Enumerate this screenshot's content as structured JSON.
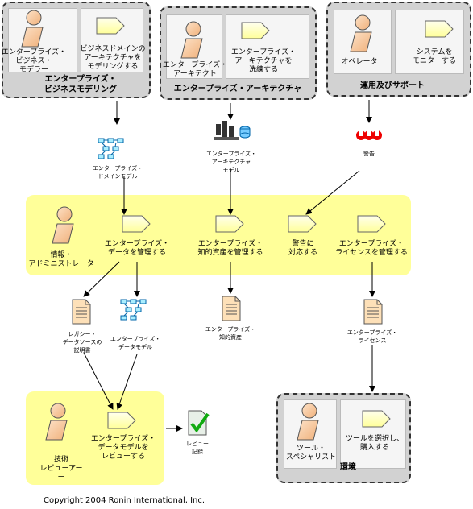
{
  "groups": {
    "business_modeling": {
      "title": "エンタープライズ・\nビジネスモデリング",
      "actor": "エンタープライズ・\nビジネス・\nモデラー",
      "activity": "ビジネスドメインの\nアーキテクチャを\nモデリングする"
    },
    "architecture": {
      "title": "エンタープライズ・アーキテクチャ",
      "actor": "エンタープライズ・\nアーキテクト",
      "activity": "エンタープライズ・\nアーキテクチャを\n洗練する"
    },
    "operations": {
      "title": "運用及びサポート",
      "actor": "オペレータ",
      "activity": "システムを\nモニターする"
    },
    "info_admin": {
      "actor": "情報・\nアドミニストレータ",
      "activities": [
        "エンタープライズ・\nデータを管理する",
        "エンタープライズ・\n知的資産を管理する",
        "警告に\n対応する",
        "エンタープライズ・\nライセンスを管理する"
      ]
    },
    "review": {
      "actor": "技術\nレビューアー\nー",
      "activity": "エンタープライズ・\nデータモデルを\nレビューする"
    },
    "environment": {
      "title": "環境",
      "actor": "ツール・\nスペシャリスト",
      "activity": "ツールを選択し、\n購入する"
    }
  },
  "artifacts": {
    "domain_model": "エンタープライズ・\nドメインモデル",
    "arch_model": "エンタープライズ・\nアーキテクチャ\nモデル",
    "alert": "警告",
    "legacy_doc": "レガシー・\nデータソースの\n説明書",
    "data_model": "エンタープライズ・\nデータモデル",
    "intellectual_assets": "エンタープライズ・\n知的資産",
    "license": "エンタープライズ・\nライセンス",
    "review_record": "レビュー\n記録"
  },
  "copyright": "Copyright 2004   Ronin International, Inc."
}
